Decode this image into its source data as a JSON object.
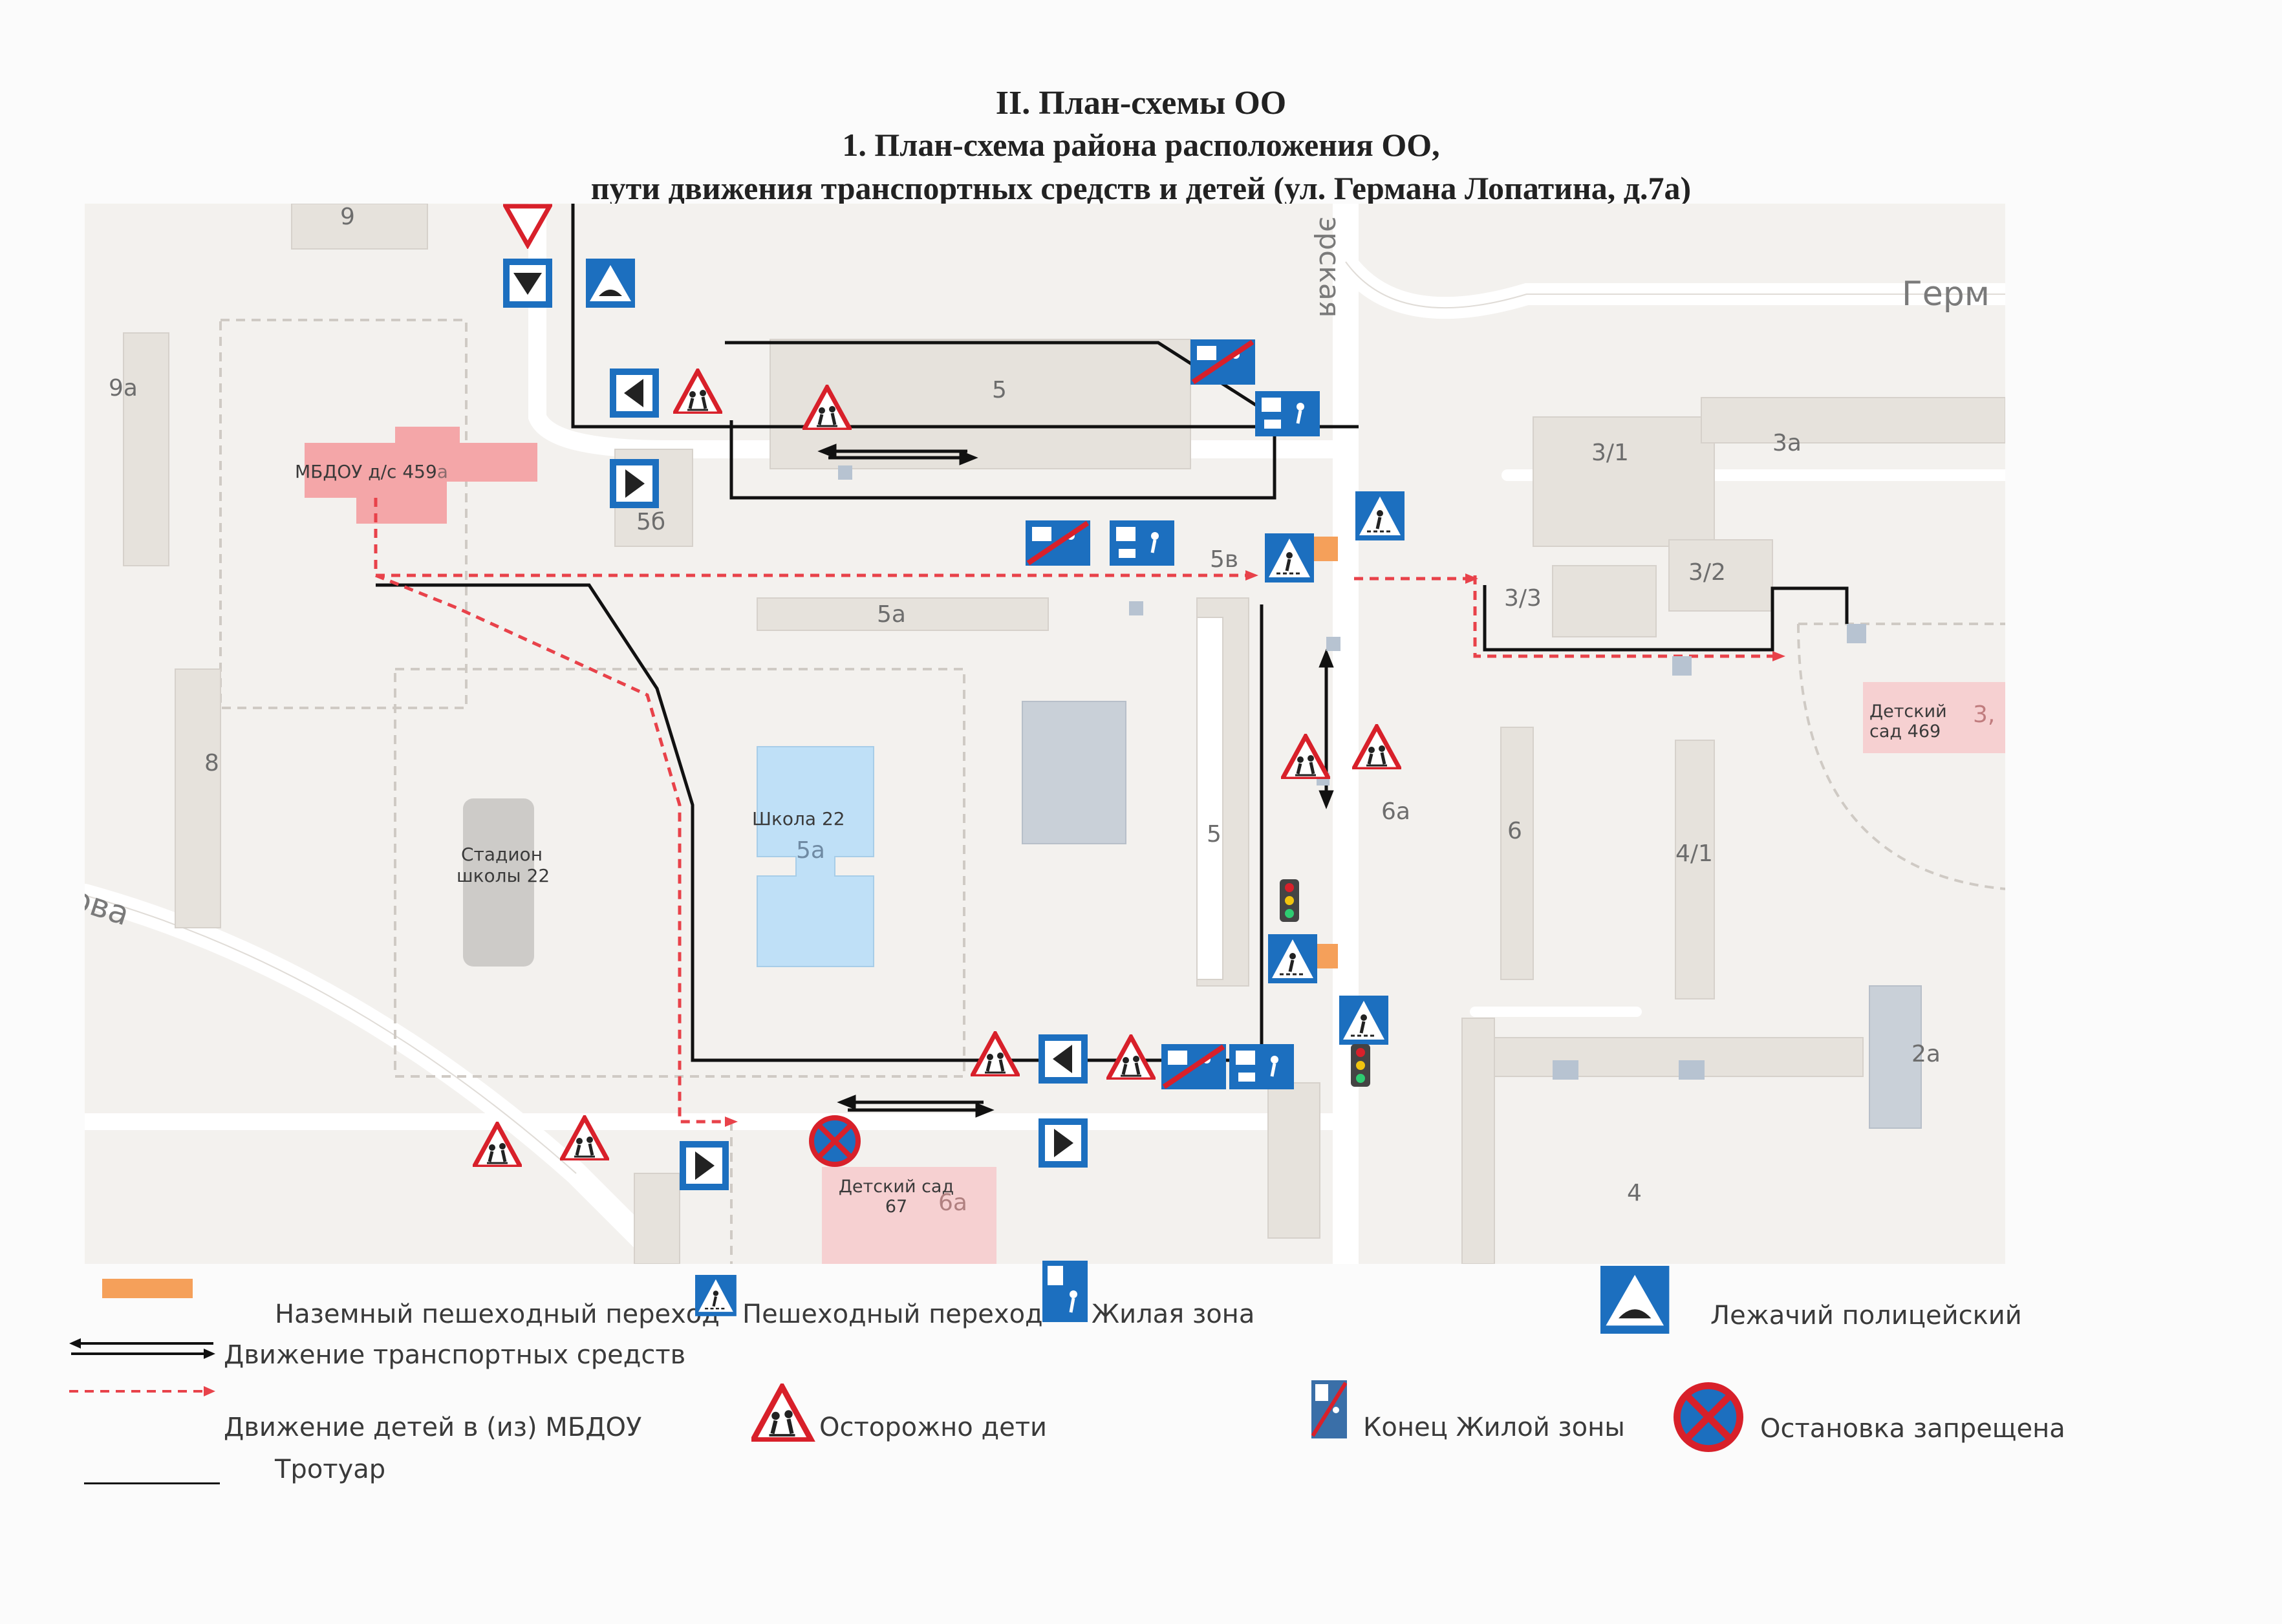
{
  "header": {
    "title": "II. План-схемы ОО",
    "subtitle": "1. План-схема района расположения ОО,",
    "subtitle2": "пути движения транспортных средств и детей  (ул. Германа Лопатина, д.7а)"
  },
  "map": {
    "street_labels": {
      "german": "Герм",
      "top_vertical": "эрская",
      "lower_left": "ова"
    },
    "building_numbers": {
      "b9": "9",
      "b9a": "9а",
      "b8": "8",
      "b5_top": "5",
      "b5b": "5б",
      "b5v": "5в",
      "b5a_strip": "5а",
      "b5_right": "5",
      "b6a": "6а",
      "b6": "6",
      "b4_1": "4/1",
      "b3_1": "3/1",
      "b3a": "3а",
      "b3_2": "3/2",
      "b3_3": "3/3",
      "b2a": "2а",
      "b4": "4",
      "b3_fragment": "3,"
    },
    "places": {
      "mbdou": "МБДОУ д/с 459",
      "mbdou_suffix": "а",
      "school_name": "Школа 22",
      "school_num": "5а",
      "stadium_line1": "Стадион",
      "stadium_line2": "школы 22",
      "kindergarten67_line1": "Детский сад",
      "kindergarten67_line2": "67",
      "kindergarten67_suffix": "6а",
      "kindergarten469_line1": "Детский",
      "kindergarten469_line2": "сад 469"
    }
  },
  "legend": {
    "ground_crossing": "Наземный пешеходный переход",
    "pedestrian_crossing": "Пешеходный переход",
    "living_zone": "Жилая зона",
    "speed_bump": "Лежачий полицейский",
    "traffic_movement": "Движение транспортных средств",
    "children_movement": "Движение детей в (из) МБДОУ",
    "caution_children": "Осторожно  дети",
    "end_living_zone": "Конец Жилой зоны",
    "no_stopping": "Остановка запрещена",
    "sidewalk": "Тротуар"
  },
  "colors": {
    "sign_blue": "#1c6fbf",
    "sign_red": "#d8202a",
    "kindergarten_pink": "#f4a6a8",
    "school_blue": "#bfe0f7",
    "crossing_orange": "#f5a05a",
    "route_red": "#e8424a"
  }
}
